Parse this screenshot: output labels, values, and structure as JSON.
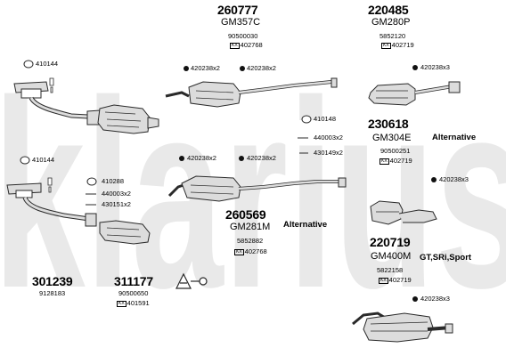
{
  "diagram": {
    "watermark": "klarius",
    "colors": {
      "watermark": "#e9e9e9",
      "part_fill": "#dcdcdc",
      "part_stroke": "#2a2a2a"
    },
    "kits": [
      {
        "number": "260777",
        "code": "GM357C",
        "oem": "90500030",
        "ref": "402768"
      },
      {
        "number": "220485",
        "code": "GM280P",
        "oem": "5852120",
        "ref": "402719"
      },
      {
        "number": "230618",
        "code": "GM304E",
        "oem": "90500251",
        "ref": "402719",
        "note": "Alternative"
      },
      {
        "number": "260569",
        "code": "GM281M",
        "oem": "5852882",
        "ref": "402768",
        "note": "Alternative"
      },
      {
        "number": "220719",
        "code": "GM400M",
        "oem": "5822158",
        "ref": "402719",
        "note": "GT,SRi,Sport"
      },
      {
        "number": "301239",
        "oem": "9128183"
      },
      {
        "number": "311177",
        "oem": "90500650",
        "ref": "401591"
      }
    ],
    "fittings": [
      "410144",
      "420238x2",
      "420238x2",
      "420238x3",
      "410148",
      "440003x2",
      "430149x2",
      "410144",
      "410288",
      "440003x2",
      "430151x2",
      "420238x2",
      "420238x2",
      "420238x3",
      "420238x3"
    ]
  }
}
